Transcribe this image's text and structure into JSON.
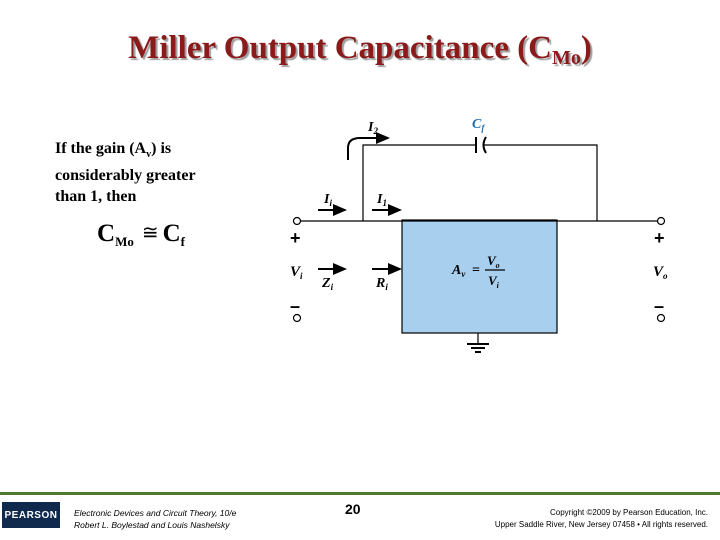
{
  "slide": {
    "title_main": "Miller Output Capacitance (C",
    "title_sub": "Mo",
    "title_end": ")",
    "text_line1_pre": "If the gain (A",
    "text_line1_sub": "v",
    "text_line1_post": ") is",
    "text_line2": "considerably greater",
    "text_line3": "than 1, then",
    "formula_lhs": "C",
    "formula_lhs_sub": "Mo",
    "formula_rel": "≅",
    "formula_rhs": "C",
    "formula_rhs_sub": "f"
  },
  "circuit": {
    "label_i2": "I",
    "label_i2_sub": "2",
    "label_cf": "C",
    "label_cf_sub": "f",
    "label_ii": "I",
    "label_ii_sub": "i",
    "label_i1": "I",
    "label_i1_sub": "1",
    "label_plus_left": "+",
    "label_plus_right": "+",
    "label_minus_left": "–",
    "label_minus_right": "–",
    "label_vi": "V",
    "label_vi_sub": "i",
    "label_zi": "Z",
    "label_zi_sub": "i",
    "label_ri": "R",
    "label_ri_sub": "i",
    "label_vo": "V",
    "label_vo_sub": "o",
    "gain_a": "A",
    "gain_a_sub": "v",
    "gain_eq": "=",
    "gain_num": "V",
    "gain_num_sub": "o",
    "gain_den": "V",
    "gain_den_sub": "i",
    "amp_fill": "#a9cfee",
    "accent_blue": "#1f6fb0"
  },
  "footer": {
    "logo": "PEARSON",
    "book_line1": "Electronic Devices and Circuit Theory, 10/e",
    "book_line2": "Robert L. Boylestad and Louis Nashelsky",
    "page": "20",
    "copyright_line1": "Copyright ©2009 by Pearson Education, Inc.",
    "copyright_line2": "Upper Saddle River, New Jersey 07458 • All rights reserved."
  }
}
